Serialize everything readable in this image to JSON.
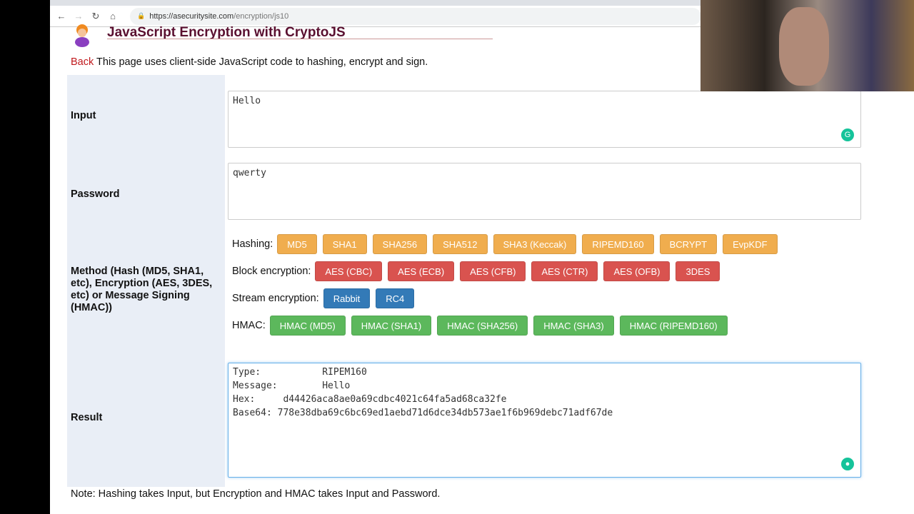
{
  "browser": {
    "url_host": "https://asecuritysite.com",
    "url_path": "/encryption/js10"
  },
  "page": {
    "title": "JavaScript Encryption with CryptoJS",
    "back_link": "Back",
    "intro": " This page uses client-side JavaScript code to hashing, encrypt and sign.",
    "input_label": "Input",
    "input_value": "Hello",
    "password_label": "Password",
    "password_value": "qwerty",
    "method_label": "Method (Hash (MD5, SHA1, etc), Encryption (AES, 3DES, etc) or Message Signing (HMAC))",
    "hashing_label": "Hashing:",
    "hashing": [
      "MD5",
      "SHA1",
      "SHA256",
      "SHA512",
      "SHA3 (Keccak)",
      "RIPEMD160",
      "BCRYPT",
      "EvpKDF"
    ],
    "block_label": "Block encryption:",
    "block": [
      "AES (CBC)",
      "AES (ECB)",
      "AES (CFB)",
      "AES (CTR)",
      "AES (OFB)",
      "3DES"
    ],
    "stream_label": "Stream encryption:",
    "stream": [
      "Rabbit",
      "RC4"
    ],
    "hmac_label": "HMAC:",
    "hmac": [
      "HMAC (MD5)",
      "HMAC (SHA1)",
      "HMAC (SHA256)",
      "HMAC (SHA3)",
      "HMAC (RIPEMD160)"
    ],
    "result_label": "Result",
    "result_value": "Type:           RIPEM160\nMessage:        Hello\nHex:     d44426aca8ae0a69cdbc4021c64fa5ad68ca32fe\nBase64: 778e38dba69c6bc69ed1aebd71d6dce34db573ae1f6b969debc71adf67de",
    "note": "Note: Hashing takes Input, but Encryption and HMAC takes Input and Password."
  },
  "colors": {
    "hashing": "#f0ad4e",
    "block": "#d9534f",
    "stream": "#337ab7",
    "hmac": "#5cb85c",
    "title": "#5a1030"
  }
}
